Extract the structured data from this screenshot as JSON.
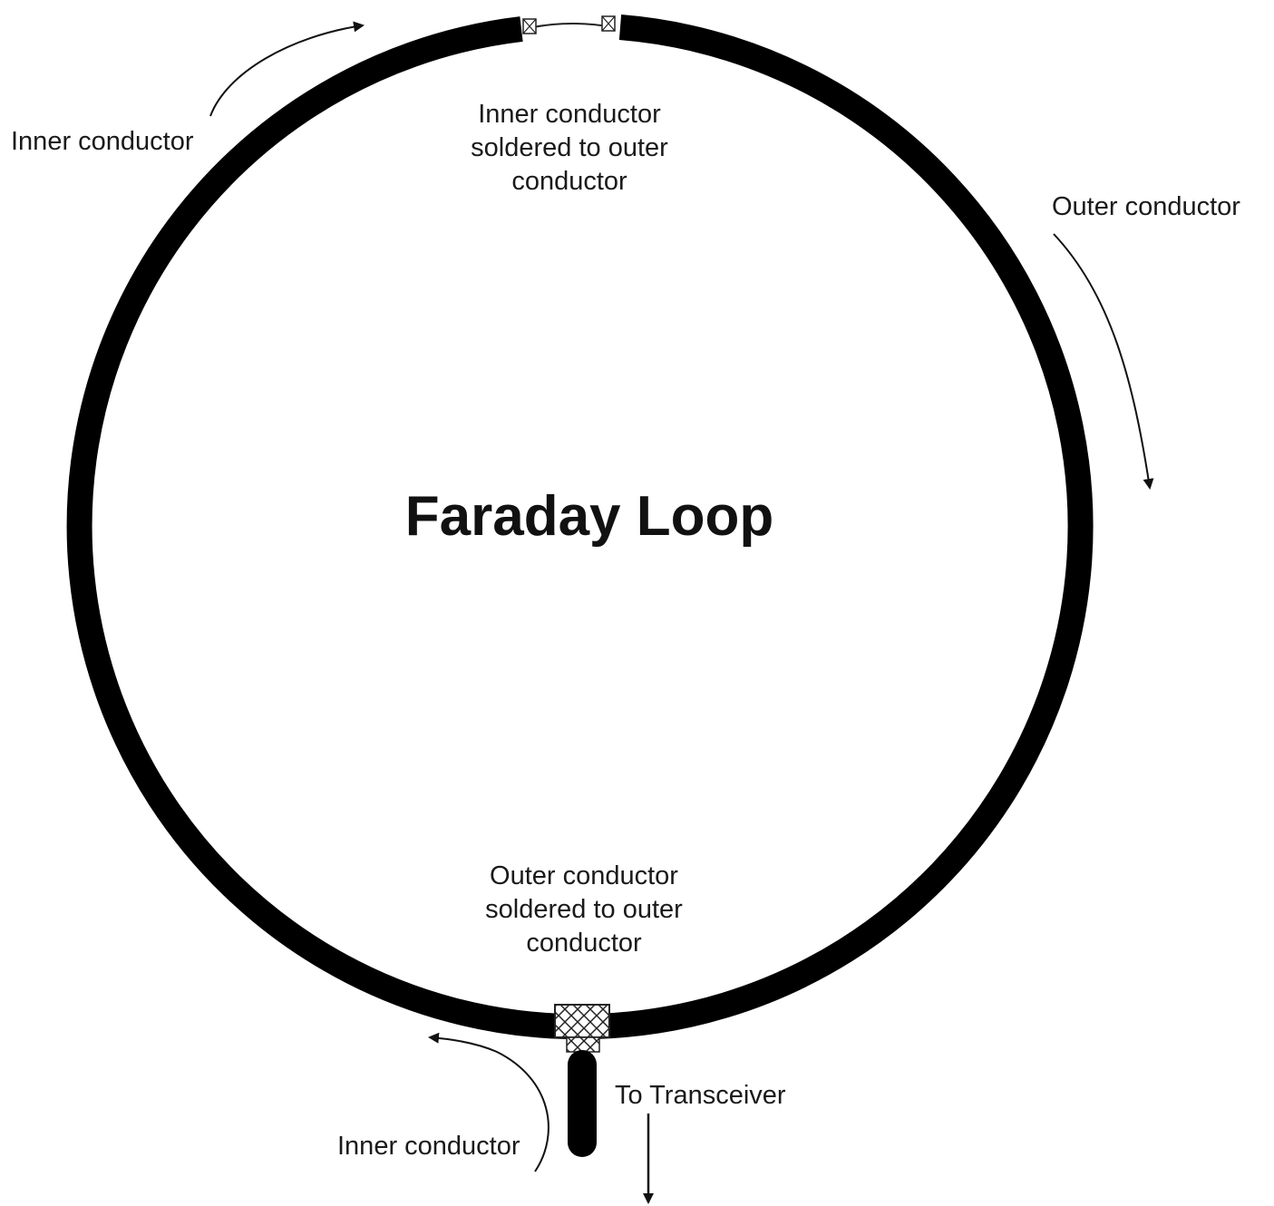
{
  "title": "Faraday Loop",
  "labels": {
    "inner_conductor_top": "Inner conductor",
    "top_junction": [
      "Inner conductor",
      "soldered to outer",
      "conductor"
    ],
    "outer_conductor_right": "Outer conductor",
    "bottom_junction": [
      "Outer conductor",
      "soldered to outer",
      "conductor"
    ],
    "inner_conductor_bottom": "Inner conductor",
    "to_transceiver": "To Transceiver"
  },
  "colors": {
    "loop": "#000000",
    "background": "#ffffff",
    "text": "#1a1a1a"
  }
}
